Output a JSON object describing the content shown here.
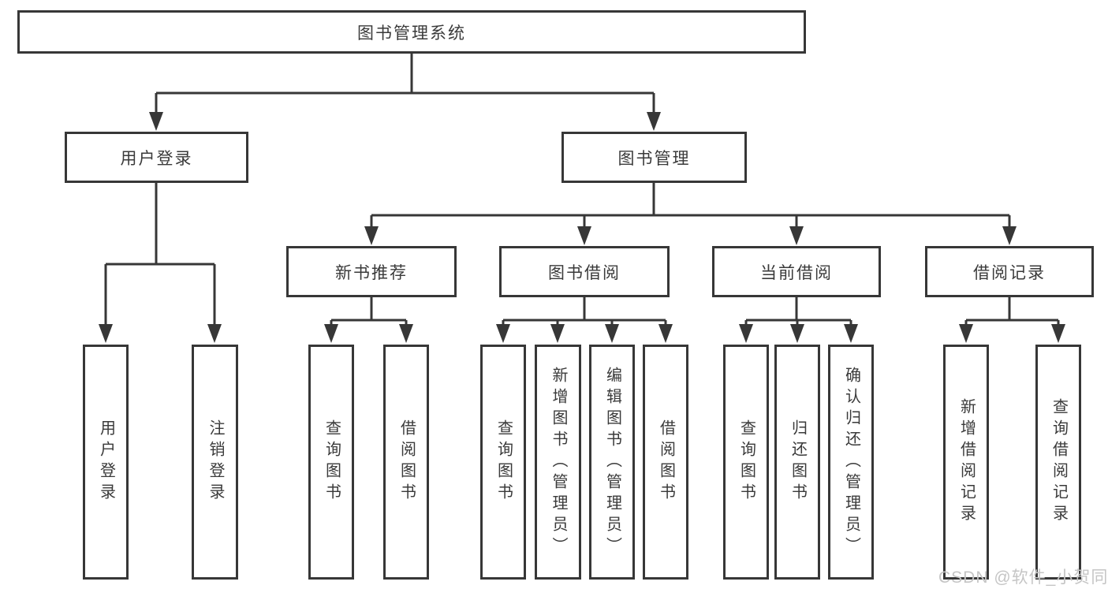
{
  "diagram_title": "图书管理系统",
  "nodes": {
    "root": "图书管理系统",
    "user_login": "用户登录",
    "book_management": "图书管理",
    "new_book_recommend": "新书推荐",
    "book_borrowing": "图书借阅",
    "current_borrowing": "当前借阅",
    "borrow_records": "借阅记录",
    "ul_user_login": "用户登录",
    "ul_logout": "注销登录",
    "nb_query_book": "查询图书",
    "nb_borrow_book": "借阅图书",
    "bb_query_book": "查询图书",
    "bb_add_book_admin": "新增图书（管理员）",
    "bb_edit_book_admin": "编辑图书（管理员）",
    "bb_borrow_book": "借阅图书",
    "cb_query_book": "查询图书",
    "cb_return_book": "归还图书",
    "cb_confirm_return_admin": "确认归还（管理员）",
    "br_add_record": "新增借阅记录",
    "br_query_record": "查询借阅记录"
  },
  "hierarchy": {
    "root": "图书管理系统",
    "children": [
      {
        "label": "用户登录",
        "children": [
          "用户登录",
          "注销登录"
        ]
      },
      {
        "label": "图书管理",
        "children": [
          {
            "label": "新书推荐",
            "children": [
              "查询图书",
              "借阅图书"
            ]
          },
          {
            "label": "图书借阅",
            "children": [
              "查询图书",
              "新增图书（管理员）",
              "编辑图书（管理员）",
              "借阅图书"
            ]
          },
          {
            "label": "当前借阅",
            "children": [
              "查询图书",
              "归还图书",
              "确认归还（管理员）"
            ]
          },
          {
            "label": "借阅记录",
            "children": [
              "新增借阅记录",
              "查询借阅记录"
            ]
          }
        ]
      }
    ]
  },
  "watermark": "CSDN @软件_小贺同学",
  "colors": {
    "line": "#373737",
    "text": "#3a3a3a",
    "background": "#ffffff",
    "watermark": "#c5c5c5"
  }
}
